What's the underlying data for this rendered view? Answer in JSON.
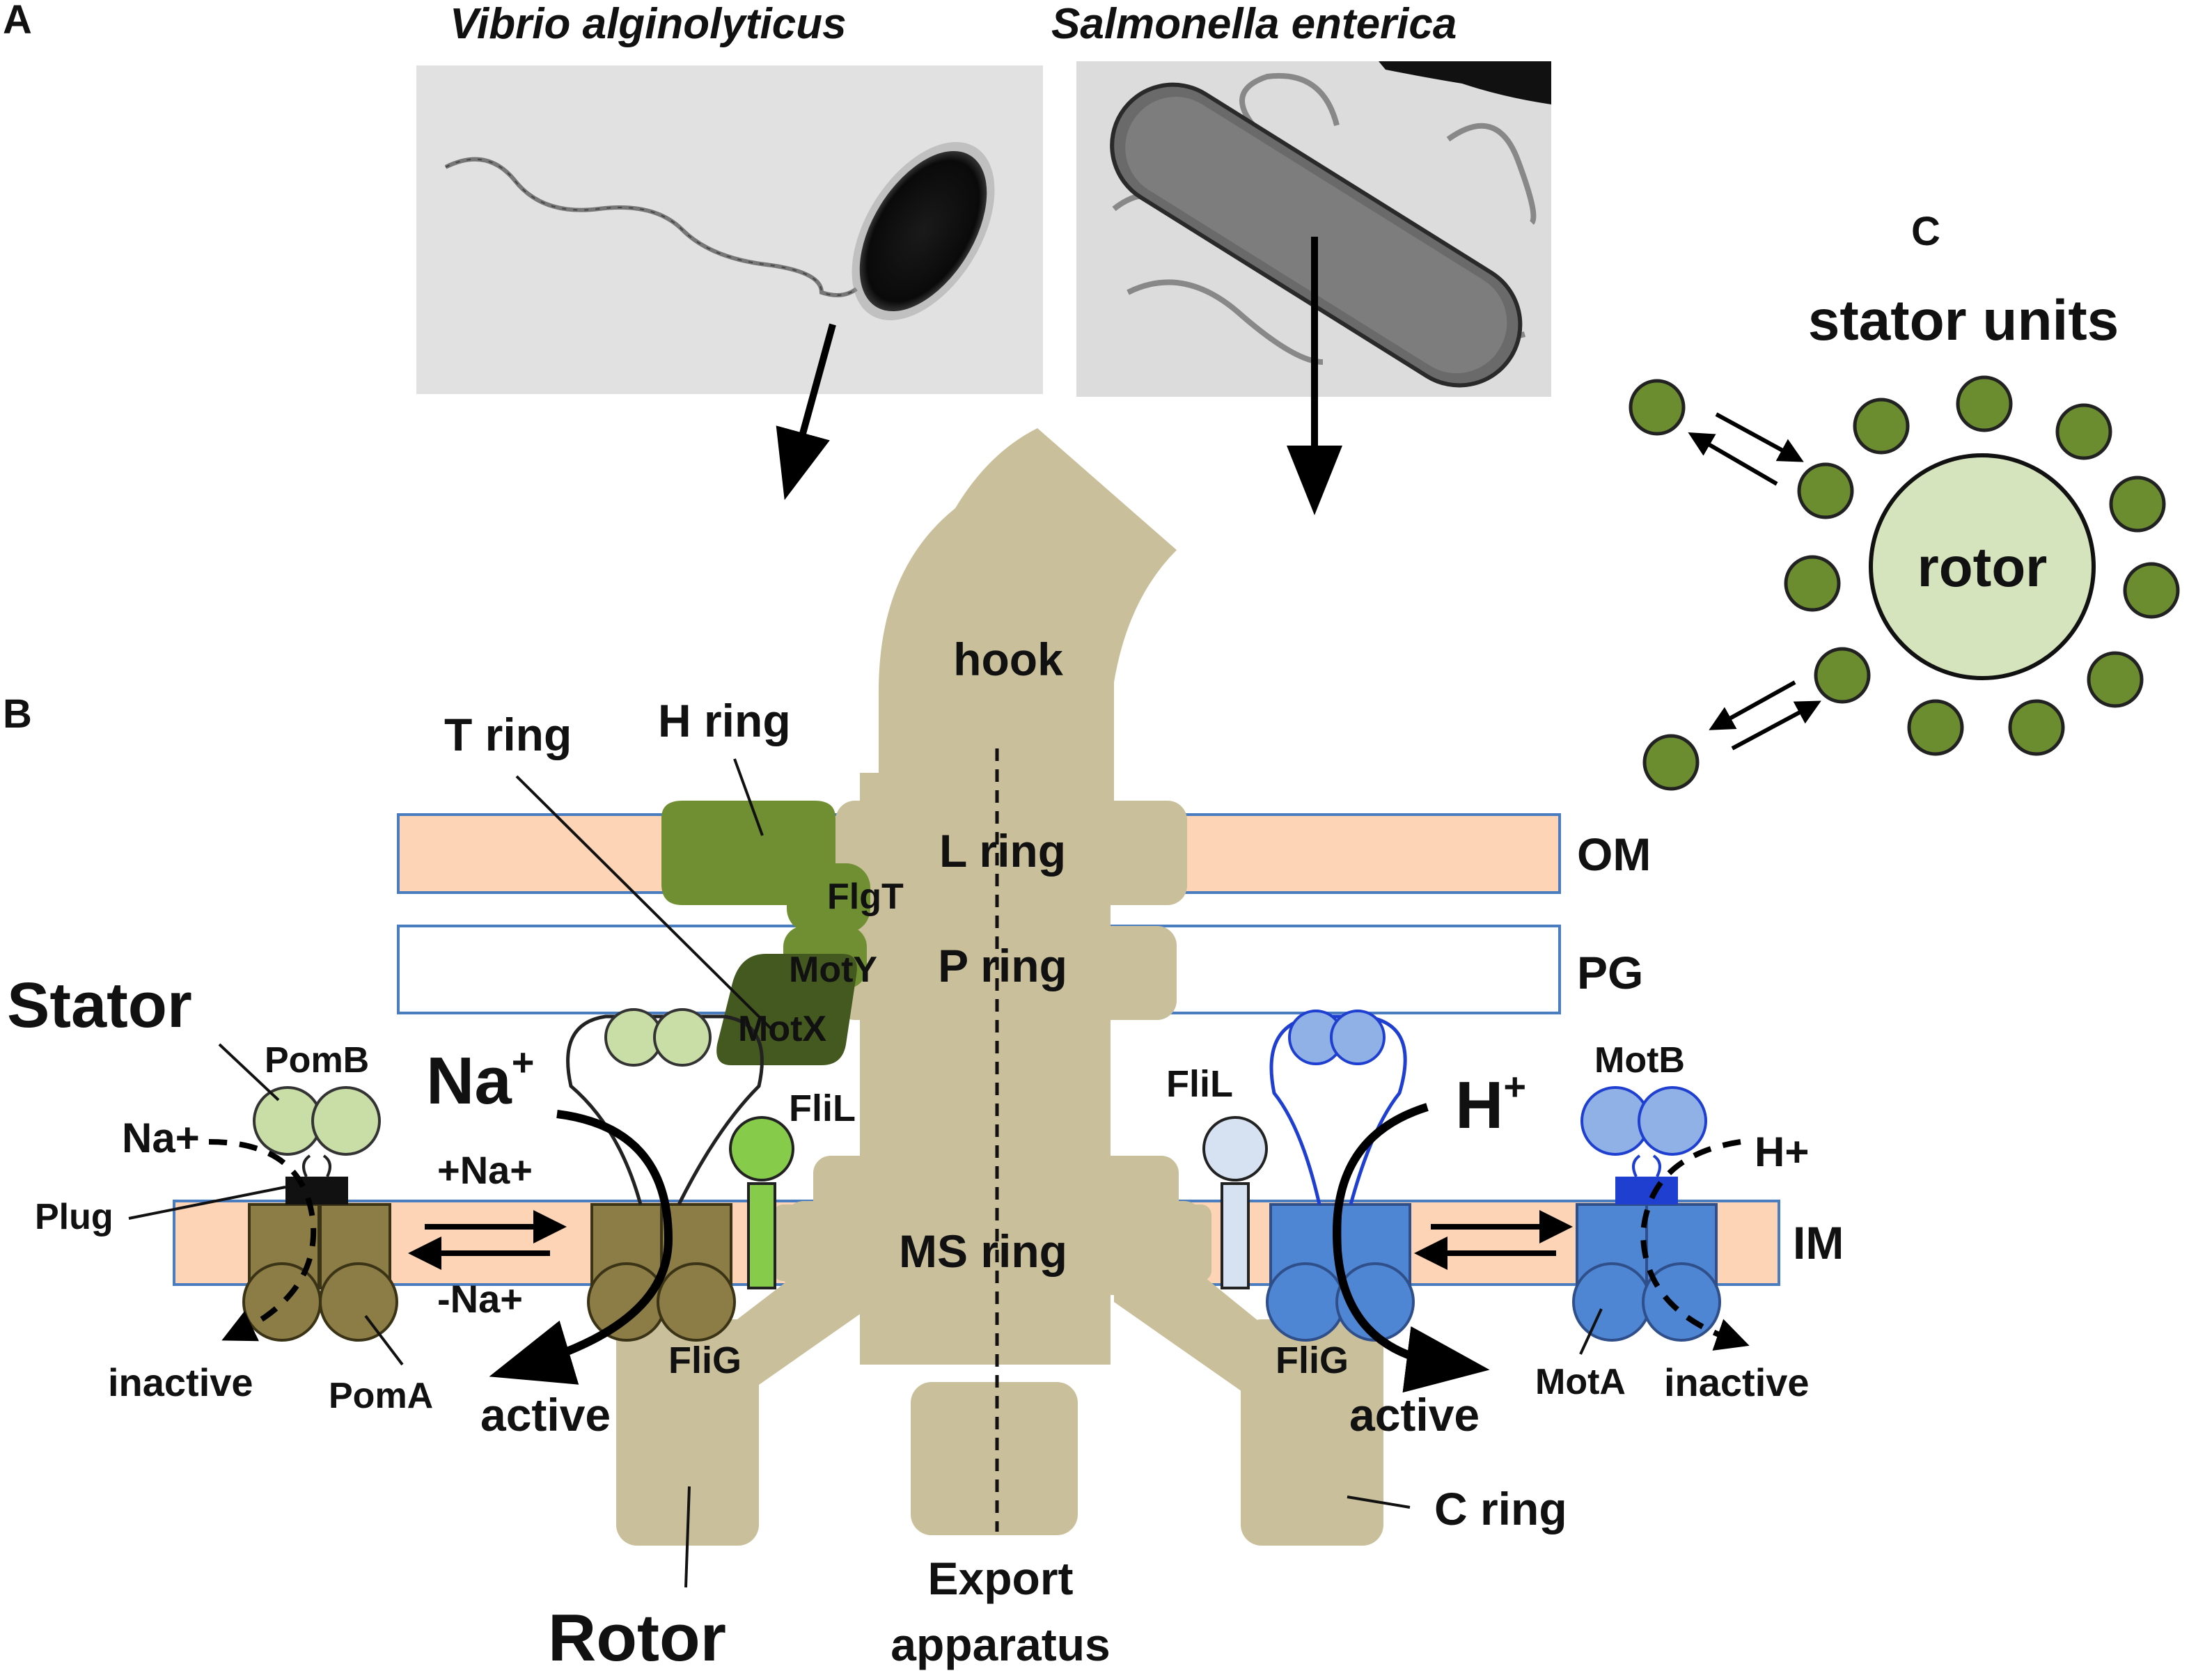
{
  "panels": {
    "a": "A",
    "b": "B",
    "c": "C"
  },
  "micrographs": {
    "vibrio": {
      "species": "Vibrio alginolyticus"
    },
    "salmonella": {
      "species": "Salmonella enterica"
    }
  },
  "panel_c": {
    "title": "stator units",
    "center": "rotor"
  },
  "structures": {
    "hook": "hook",
    "h_ring": "H ring",
    "t_ring": "T ring",
    "l_ring": "L ring",
    "p_ring": "P ring",
    "ms_ring": "MS ring",
    "c_ring": "C ring",
    "export": [
      "Export",
      "apparatus"
    ],
    "rotor": "Rotor",
    "stator": "Stator"
  },
  "proteins": {
    "flgt": "FlgT",
    "moty": "MotY",
    "motx": "MotX",
    "flil_left": "FliL",
    "flil_right": "FliL",
    "flig_left": "FliG",
    "flig_right": "FliG",
    "pomb": "PomB",
    "poma": "PomA",
    "plug": "Plug",
    "motb": "MotB",
    "mota": "MotA"
  },
  "membranes": {
    "om": "OM",
    "pg": "PG",
    "im": "IM"
  },
  "ions": {
    "na_big": "Na",
    "na_big_sup": "+",
    "na_small": "Na+",
    "plus_na": "+Na+",
    "minus_na": "-Na+",
    "h_big": "H",
    "h_big_sup": "+",
    "h_small": "H+"
  },
  "states": {
    "inactive_left": "inactive",
    "active_left": "active",
    "active_right": "active",
    "inactive_right": "inactive"
  },
  "colors": {
    "rotor_tan": "#c9bf9b",
    "membrane_peach": "#fdd4b5",
    "membrane_border": "#4a7cc0",
    "h_ring_green": "#6f8f32",
    "motx_dark_green": "#44591f",
    "pom_olive": "#8c7c45",
    "pomb_light": "#c9dea7",
    "mot_blue": "#4f86d4",
    "motb_light_blue": "#8fb1e6",
    "flil_green": "#86cc4a",
    "flil_light_blue": "#d6e2f2",
    "stator_dot_green": "#6b8c2f",
    "rotor_circle_fill": "#d5e4bd"
  }
}
